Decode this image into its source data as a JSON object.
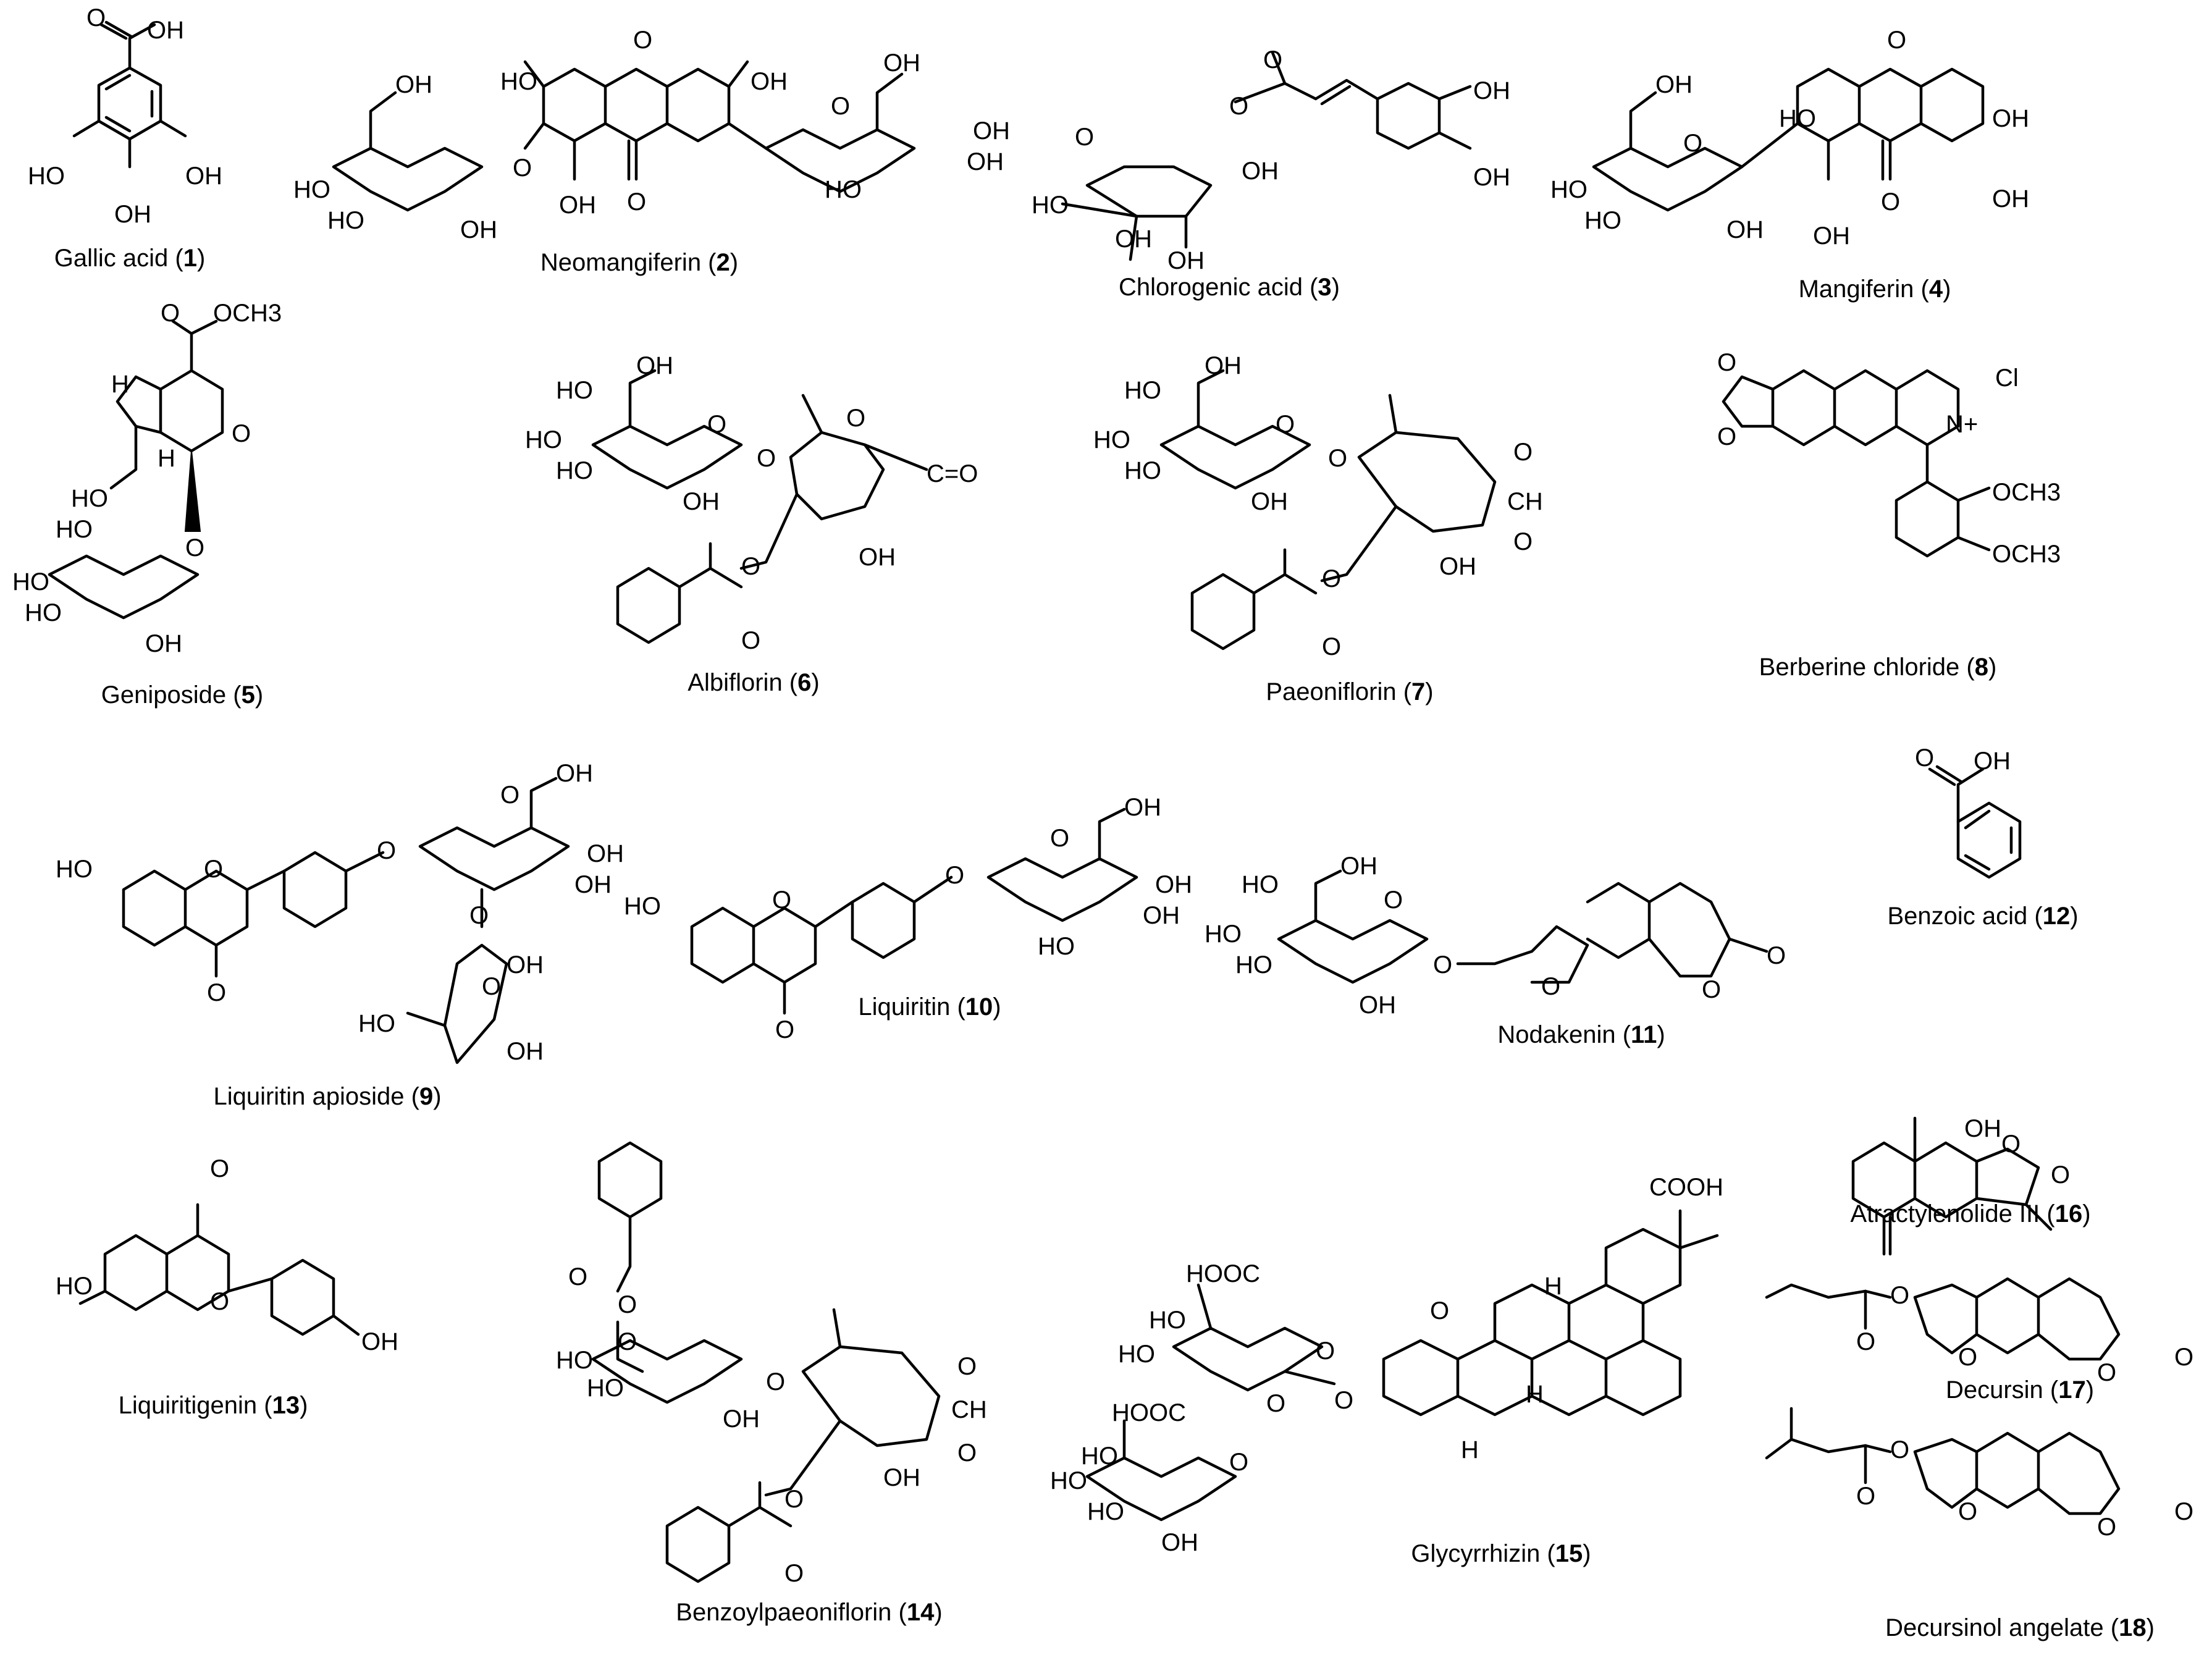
{
  "compounds": [
    {
      "id": "1",
      "name": "Gallic acid",
      "number": "1"
    },
    {
      "id": "2",
      "name": "Neomangiferin",
      "number": "2"
    },
    {
      "id": "3",
      "name": "Chlorogenic acid",
      "number": "3"
    },
    {
      "id": "4",
      "name": "Mangiferin",
      "number": "4"
    },
    {
      "id": "5",
      "name": "Geniposide",
      "number": "5"
    },
    {
      "id": "6",
      "name": "Albiflorin",
      "number": "6"
    },
    {
      "id": "7",
      "name": "Paeoniflorin",
      "number": "7"
    },
    {
      "id": "8",
      "name": "Berberine chloride",
      "number": "8"
    },
    {
      "id": "9",
      "name": "Liquiritin apioside",
      "number": "9"
    },
    {
      "id": "10",
      "name": "Liquiritin",
      "number": "10"
    },
    {
      "id": "11",
      "name": "Nodakenin",
      "number": "11"
    },
    {
      "id": "12",
      "name": "Benzoic acid",
      "number": "12"
    },
    {
      "id": "13",
      "name": "Liquiritigenin",
      "number": "13"
    },
    {
      "id": "14",
      "name": "Benzoylpaeoniflorin",
      "number": "14"
    },
    {
      "id": "15",
      "name": "Glycyrrhizin",
      "number": "15"
    },
    {
      "id": "16",
      "name": "Atractylenolide III",
      "number": "16"
    },
    {
      "id": "17",
      "name": "Decursin",
      "number": "17"
    },
    {
      "id": "18",
      "name": "Decursinol angelate",
      "number": "18"
    }
  ],
  "atom_labels": {
    "oh": "OH",
    "ho": "HO",
    "o": "O",
    "h": "H",
    "ch": "CH",
    "och3": "OCH3",
    "ococh3": "O   OCH3",
    "cooh": "COOH",
    "hooc": "HOOC",
    "cl": "Cl",
    "n_plus": "N+",
    "c_eq_o": "C=O"
  }
}
